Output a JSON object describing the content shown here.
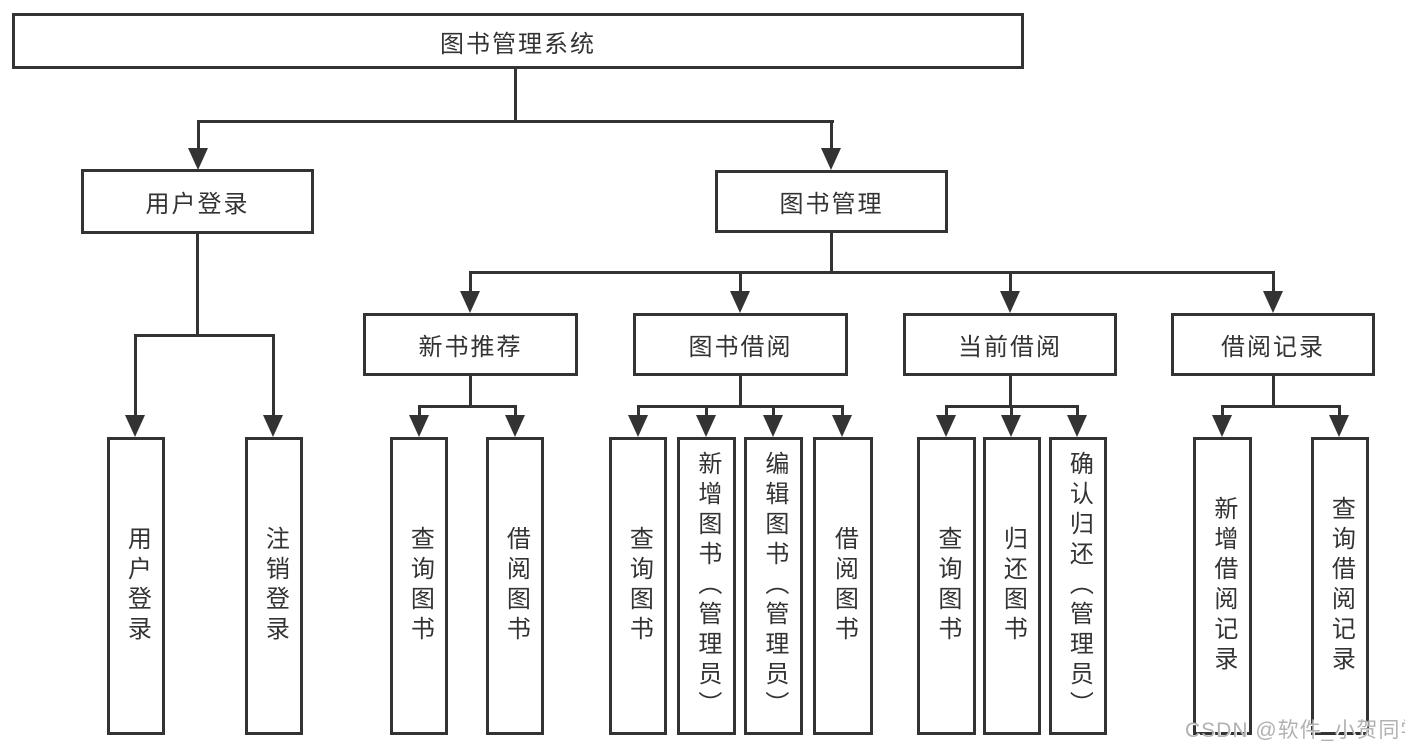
{
  "diagram": {
    "root": "图书管理系统",
    "branches": {
      "user_login": {
        "label": "用户登录",
        "children": [
          "用户登录",
          "注销登录"
        ]
      },
      "book_management": {
        "label": "图书管理",
        "groups": [
          {
            "label": "新书推荐",
            "children": [
              "查询图书",
              "借阅图书"
            ]
          },
          {
            "label": "图书借阅",
            "children": [
              "查询图书",
              "新增图书（管理员）",
              "编辑图书（管理员）",
              "借阅图书"
            ]
          },
          {
            "label": "当前借阅",
            "children": [
              "查询图书",
              "归还图书",
              "确认归还（管理员）"
            ]
          },
          {
            "label": "借阅记录",
            "children": [
              "新增借阅记录",
              "查询借阅记录"
            ]
          }
        ]
      }
    }
  },
  "watermark": "CSDN @软件_小贺同学",
  "colors": {
    "line": "#333333",
    "text": "#333333",
    "box_background": "#ffffff",
    "watermark": "#b2b2b2"
  }
}
